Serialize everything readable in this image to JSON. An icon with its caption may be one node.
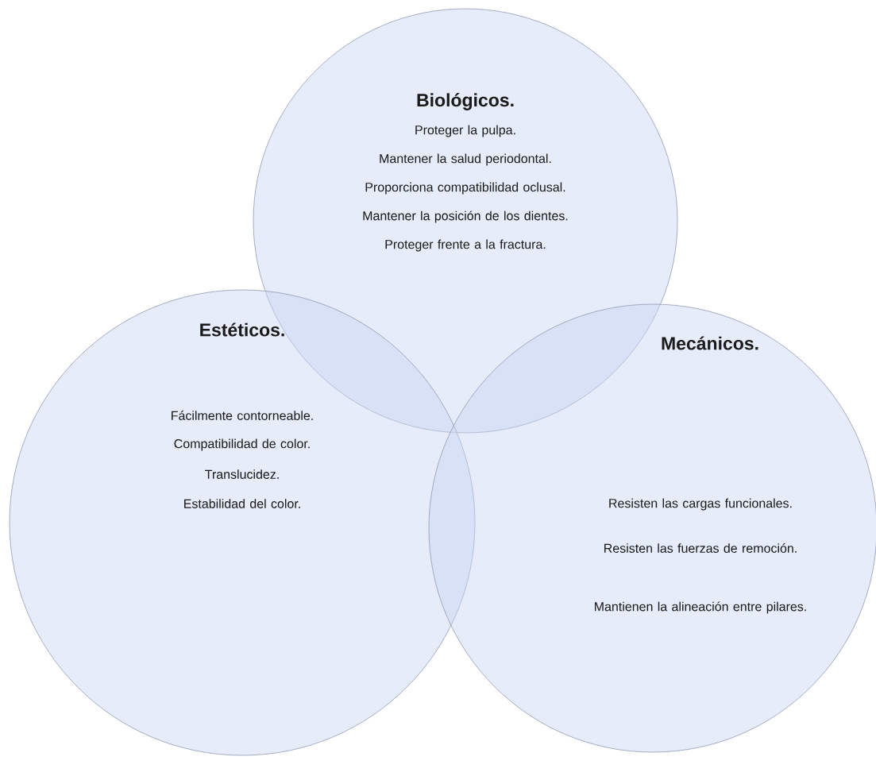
{
  "diagram": {
    "nodes": [
      {
        "text": [
          "**Biológicos**.",
          "Proteger la pulpa.",
          "Mantener la salud periodontal.",
          "Proporciona compatibilidad oclusal.",
          "Mantener la posición de los dientes.",
          "Proteger frente a la fractura."
        ]
      },
      {
        "text": [
          "Estéticos.",
          "Fácilmente contorneable.",
          "Compatibilidad de color.",
          "Translucidez.",
          "Estabilidad del color."
        ]
      },
      {
        "text": [
          "Mecánicos.",
          "Resisten las cargas funcionales.",
          "Resisten las fuerzas de remoción.",
          "Mantienen la alineación entre pilares."
        ]
      }
    ]
  }
}
